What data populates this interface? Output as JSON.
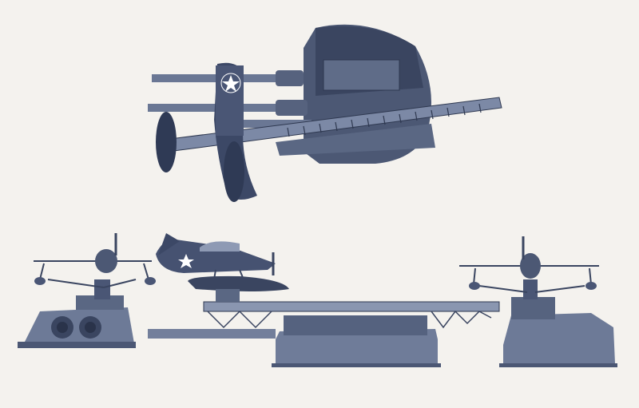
{
  "image": {
    "palette": {
      "paper": "#f4f2ee",
      "steel_dark": "#3b4760",
      "steel": "#5c6a86",
      "steel_light": "#8a96b0",
      "highlight": "#b9c3d6",
      "shadow": "#26314a",
      "insignia": "#ffffff"
    },
    "views": [
      "top-view",
      "side-view-front",
      "side-view-broadside",
      "side-view-rear"
    ]
  }
}
